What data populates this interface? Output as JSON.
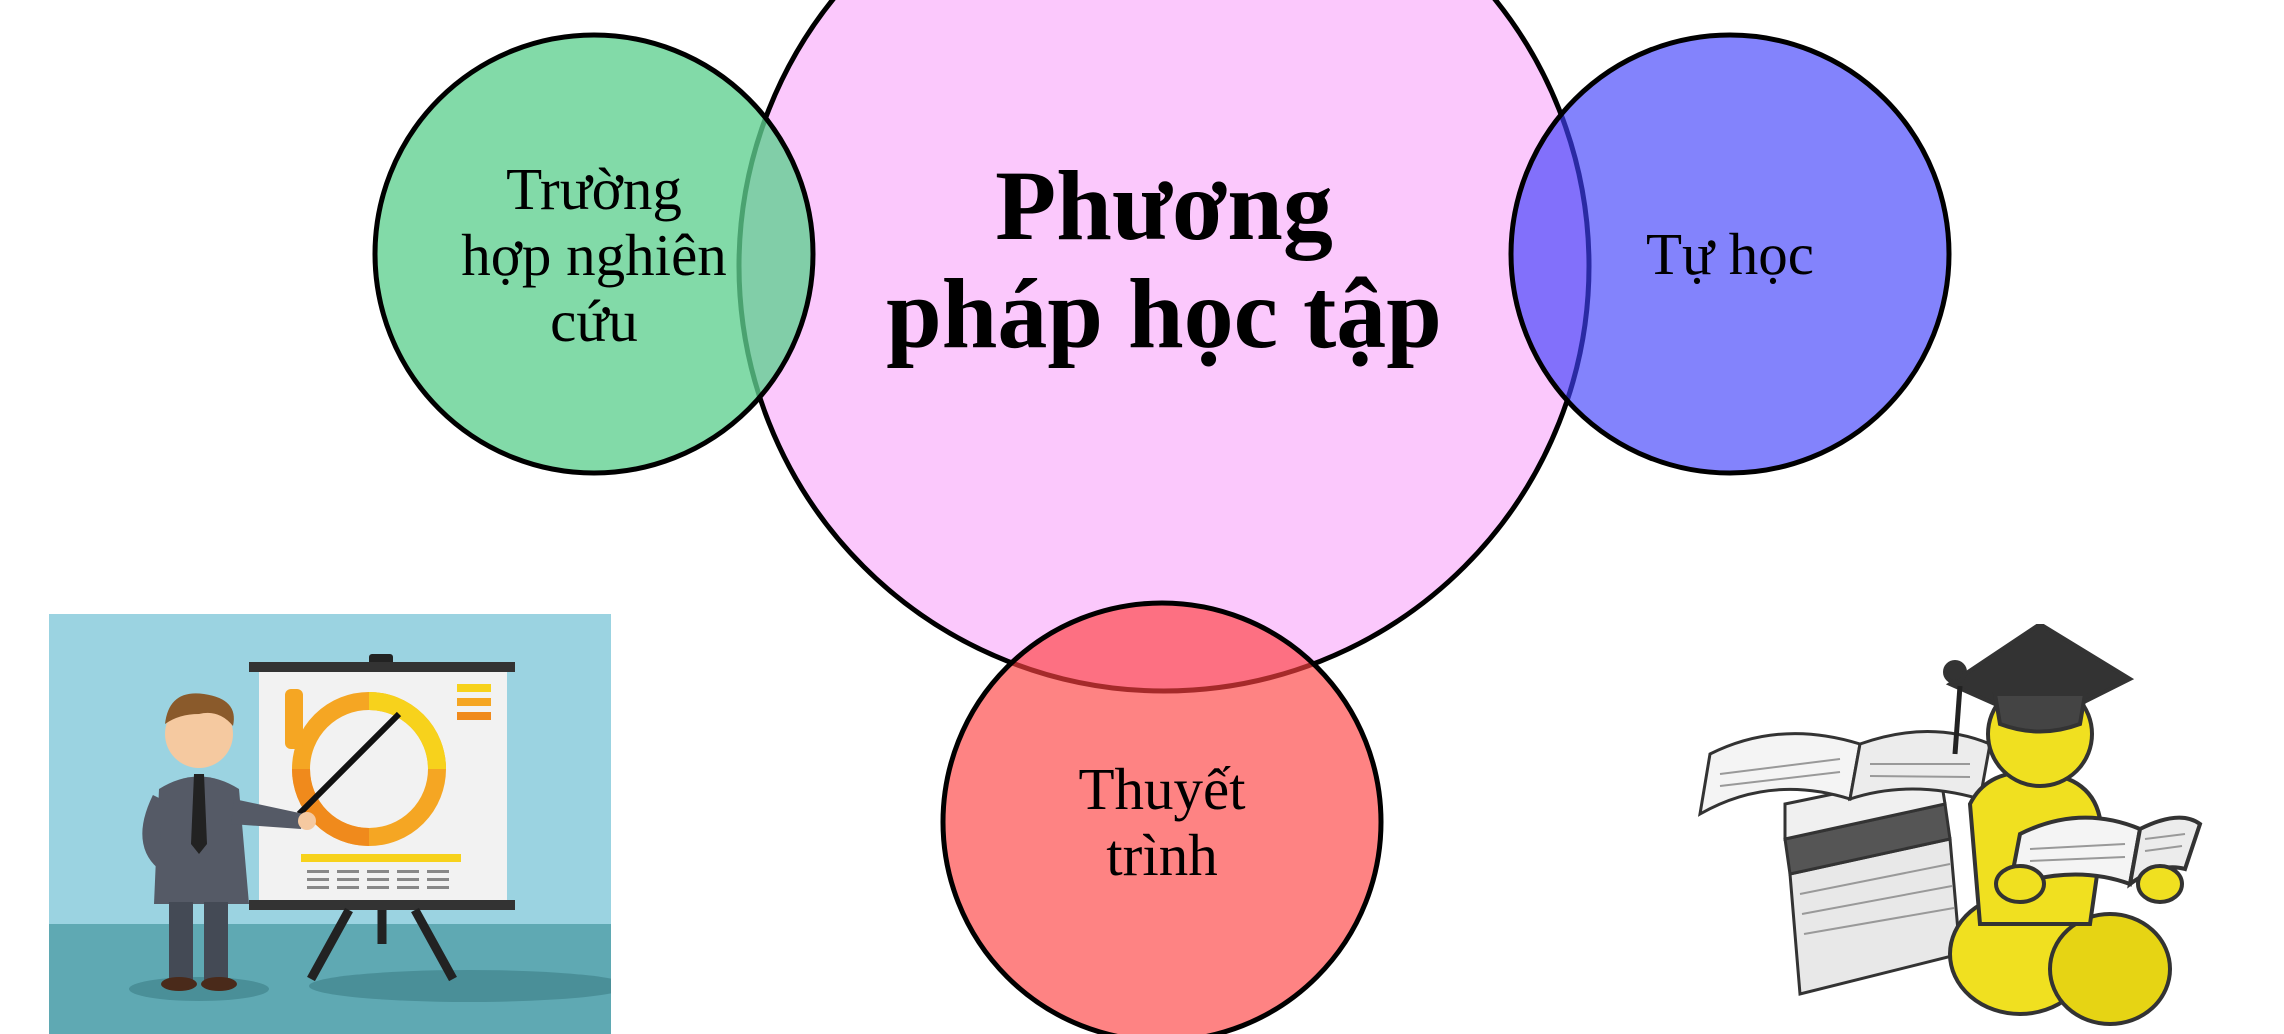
{
  "diagram": {
    "center": {
      "line1": "Phương",
      "line2": "pháp học tập",
      "fill": "#fbc8fc"
    },
    "left": {
      "line1": "Trường",
      "line2": "hợp nghiên",
      "line3": "cứu",
      "fill": "#82d9a8"
    },
    "right": {
      "line1": "Tự học",
      "fill": "#8080fb"
    },
    "bottom": {
      "line1": "Thuyết",
      "line2": "trình",
      "fill": "#fd8080"
    },
    "outline_color": "#000000"
  },
  "pictures": {
    "presenter": {
      "icon": "presenter-with-chart-icon",
      "background": "#9bd3e1"
    },
    "student": {
      "icon": "graduate-reading-books-icon",
      "figure_color": "#f0e020"
    }
  }
}
